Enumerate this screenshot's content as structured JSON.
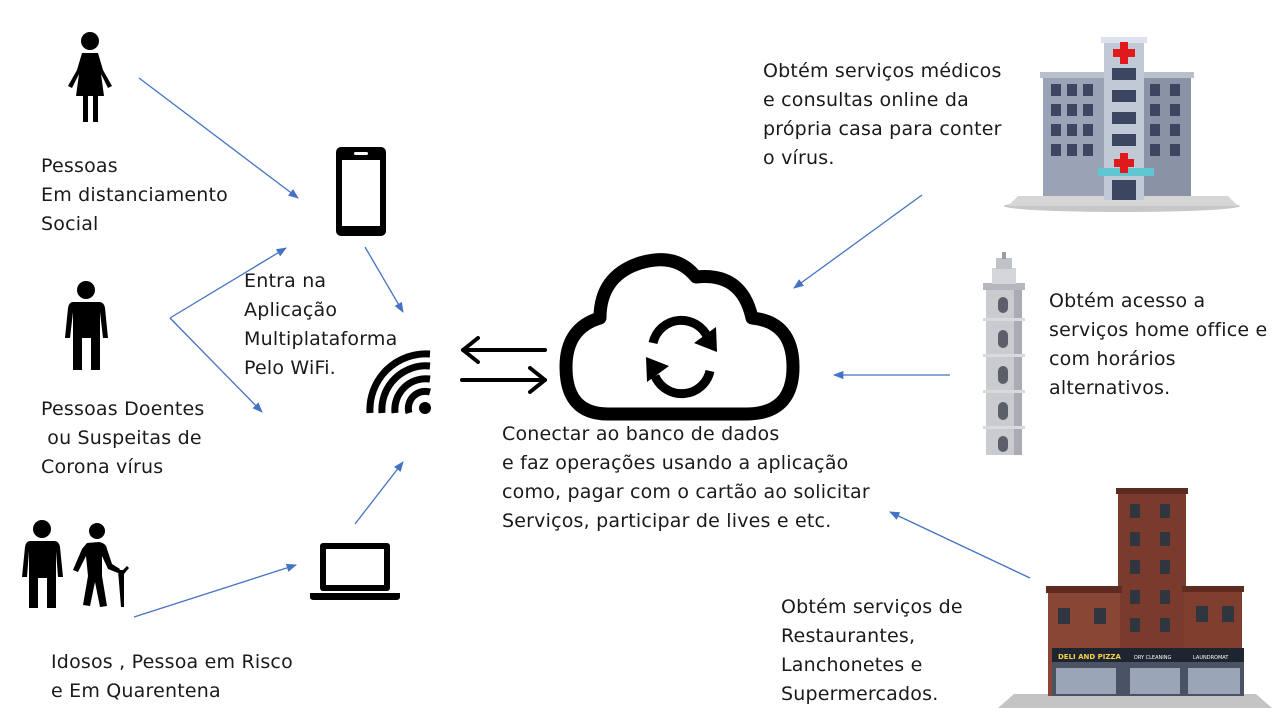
{
  "labels": {
    "people_distancing": "Pessoas\nEm distanciamento\nSocial",
    "people_sick": "Pessoas Doentes\n ou Suspeitas de\nCorona vírus",
    "elderly": "Idosos , Pessoa em Risco\ne Em Quarentena",
    "app_access": "Entra na\nAplicação\nMultiplataforma\nPelo WiFi.",
    "cloud_description": "Conectar ao banco de dados\ne faz operações usando a aplicação\ncomo, pagar com o cartão ao solicitar\nServiços, participar de lives e etc.",
    "medical_services": "Obtém serviços médicos\ne consultas online da\nprópria casa para conter\no vírus.",
    "home_office": "Obtém acesso a\nserviços home office e\ncom horários\nalternativos.",
    "restaurants": "Obtém serviços de\nRestaurantes,\nLanchonetes e\nSupermercados.",
    "deli_sign": "DELI AND PIZZA",
    "dry_cleaning_sign": "DRY CLEANING",
    "laundromat_sign": "LAUNDROMAT"
  },
  "colors": {
    "arrow": "#4472c4",
    "icon": "#000000",
    "hospital_wall": "#9aa3b5",
    "tower_wall": "#c9cbcf",
    "brick": "#7b3b2c"
  },
  "icons": [
    "person-icon",
    "elderly-icon",
    "smartphone-icon",
    "laptop-icon",
    "wifi-icon",
    "cloud-sync-icon",
    "hospital-icon",
    "tower-icon",
    "store-building-icon"
  ]
}
